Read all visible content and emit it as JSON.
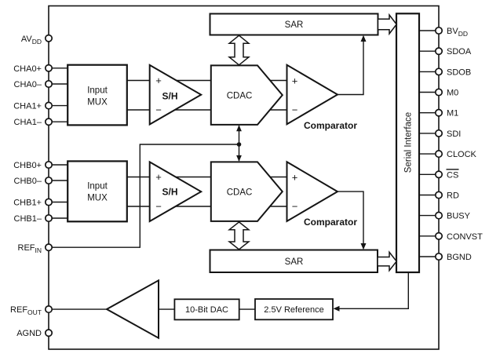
{
  "colors": {
    "ink": "#141414",
    "background": "#ffffff"
  },
  "symbols": {
    "plus": "+",
    "minus": "−"
  },
  "blocks": {
    "input_mux_a": {
      "line1": "Input",
      "line2": "MUX"
    },
    "input_mux_b": {
      "line1": "Input",
      "line2": "MUX"
    },
    "sample_hold_a": "S/H",
    "sample_hold_b": "S/H",
    "cdac_a": "CDAC",
    "cdac_b": "CDAC",
    "comparator_a": "Comparator",
    "comparator_b": "Comparator",
    "sar_a": "SAR",
    "sar_b": "SAR",
    "serial_interface": "Serial Interface",
    "dac": "10-Bit DAC",
    "reference": "2.5V Reference"
  },
  "pins": {
    "left": [
      {
        "base": "AV",
        "sub": "DD"
      },
      {
        "base": "CHA0+"
      },
      {
        "base": "CHA0–"
      },
      {
        "base": "CHA1+"
      },
      {
        "base": "CHA1–"
      },
      {
        "base": "CHB0+"
      },
      {
        "base": "CHB0–"
      },
      {
        "base": "CHB1+"
      },
      {
        "base": "CHB1–"
      },
      {
        "base": "REF",
        "sub": "IN"
      },
      {
        "base": "REF",
        "sub": "OUT"
      },
      {
        "base": "AGND"
      }
    ],
    "right": [
      {
        "base": "BV",
        "sub": "DD"
      },
      {
        "base": "SDOA"
      },
      {
        "base": "SDOB"
      },
      {
        "base": "M0"
      },
      {
        "base": "M1"
      },
      {
        "base": "SDI"
      },
      {
        "base": "CLOCK"
      },
      {
        "base": "CS",
        "overline": true
      },
      {
        "base": "RD"
      },
      {
        "base": "BUSY"
      },
      {
        "base": "CONVST"
      },
      {
        "base": "BGND"
      }
    ]
  }
}
